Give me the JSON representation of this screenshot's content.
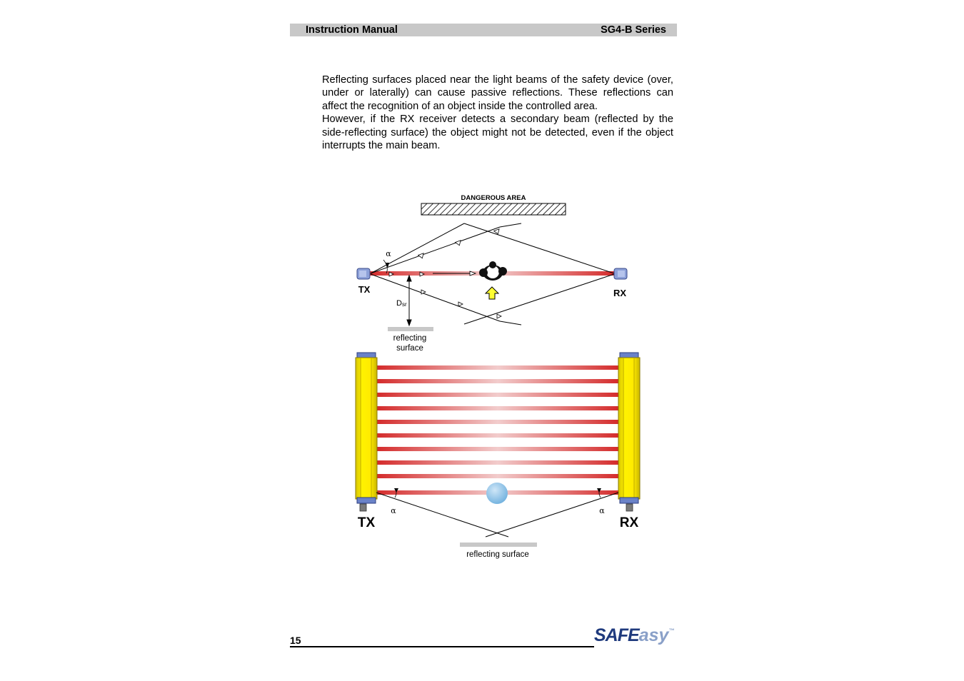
{
  "header": {
    "left": "Instruction Manual",
    "right": "SG4-B Series"
  },
  "body": {
    "paragraph1": "Reflecting surfaces placed near the light beams of the safety device (over, under or laterally) can cause passive reflections. These reflections can affect the recognition of an object inside the controlled area.",
    "paragraph2": "However, if the RX receiver detects a secondary beam (reflected by the side-reflecting surface) the object might not be detected, even if the object interrupts the main beam."
  },
  "figure_top": {
    "dangerous_area": "DANGEROUS AREA",
    "alpha": "α",
    "tx": "TX",
    "rx": "RX",
    "dsr_main": "D",
    "dsr_sub": "sr",
    "surface_line1": "reflecting",
    "surface_line2": "surface"
  },
  "figure_bottom": {
    "tx": "TX",
    "rx": "RX",
    "alpha_left": "α",
    "alpha_right": "α",
    "surface": "reflecting surface"
  },
  "colors": {
    "beam_red": "#d42a2a",
    "barrier_yellow": "#ffee00",
    "header_grey": "#c8c8c8",
    "logo_blue": "#1f3a7d"
  },
  "footer": {
    "page_number": "15"
  },
  "logo": {
    "part1": "SAFE",
    "part2": "asy",
    "tm": "™"
  }
}
